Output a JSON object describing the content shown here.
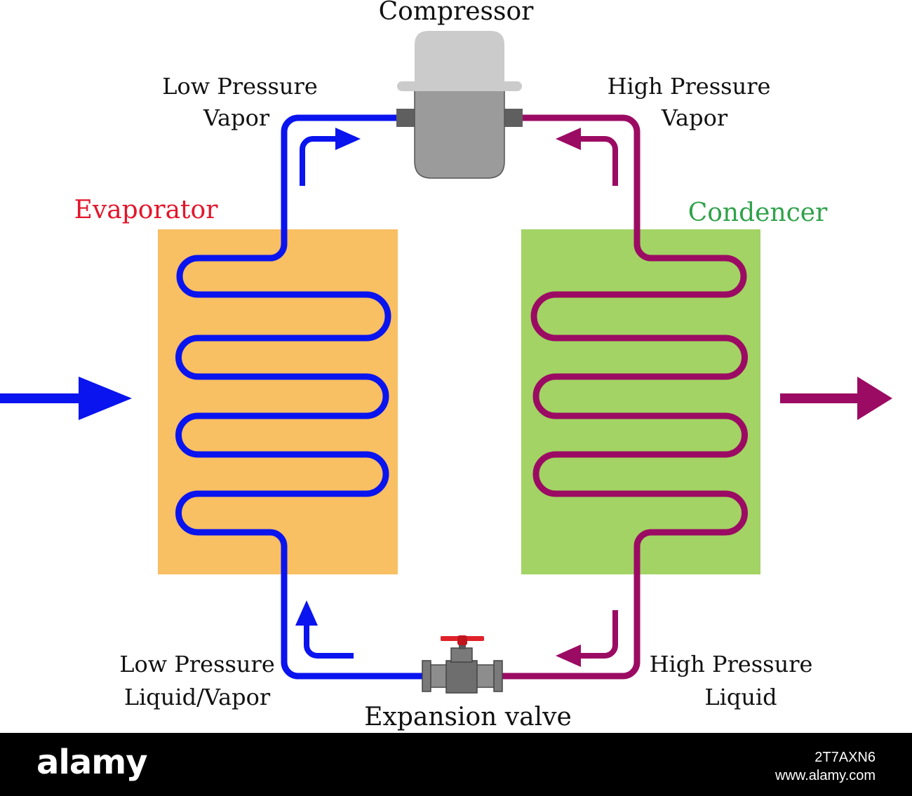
{
  "labels": {
    "compressor": "Compressor",
    "low_pressure_vapor": [
      "Low Pressure",
      "Vapor"
    ],
    "high_pressure_vapor": [
      "High Pressure",
      "Vapor"
    ],
    "evaporator": "Evaporator",
    "condenser": "Condencer",
    "low_pressure_liquid_vapor": [
      "Low Pressure",
      "Liquid/Vapor"
    ],
    "high_pressure_liquid": [
      "High Pressure",
      "Liquid"
    ],
    "expansion_valve": "Expansion valve"
  },
  "footer": {
    "logo": "alamy",
    "image_id": "2T7AXN6",
    "site": "www.alamy.com"
  },
  "colors": {
    "cold_pipe": "#0a14ee",
    "hot_pipe": "#9b0b63",
    "evaporator_box": "#f8bf63",
    "condenser_box": "#a2d364",
    "evaporator_text": "#e3162b",
    "condenser_text": "#2fa24a",
    "compressor_top": "#cbcbcb",
    "compressor_body": "#9b9b9b",
    "valve_body": "#8d8d8d",
    "valve_handle": "#e0212a"
  }
}
